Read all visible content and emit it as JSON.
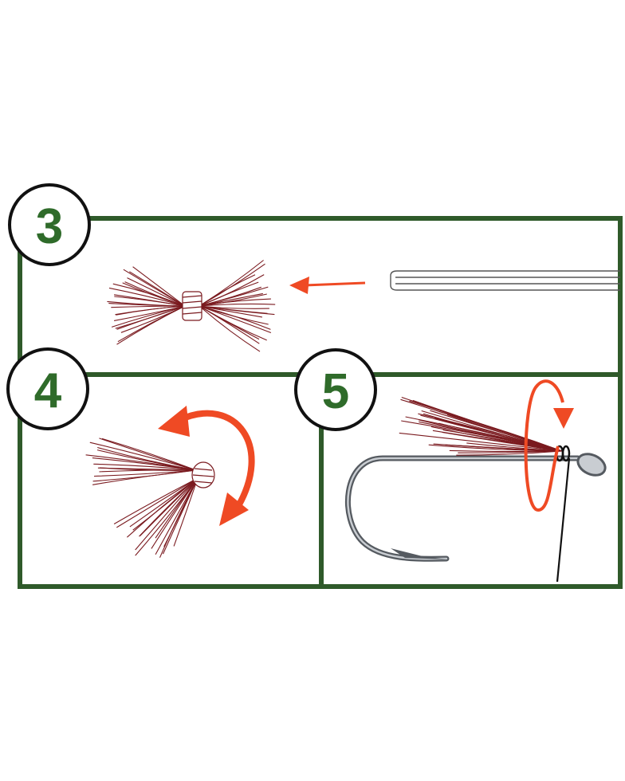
{
  "diagram": {
    "steps": [
      {
        "number": "3",
        "label": "step-3"
      },
      {
        "number": "4",
        "label": "step-4"
      },
      {
        "number": "5",
        "label": "step-5"
      }
    ]
  },
  "colors": {
    "frame": "#2f5a2a",
    "number": "#2f6b2a",
    "fiber": "#7a1a1f",
    "arrow": "#ef4a24",
    "metal": "#555a60",
    "thread": "#111111"
  },
  "icons": {
    "thread-wrap": "thread-wrap-icon",
    "hook": "fish-hook-icon",
    "arrow": "arrow-icon"
  }
}
